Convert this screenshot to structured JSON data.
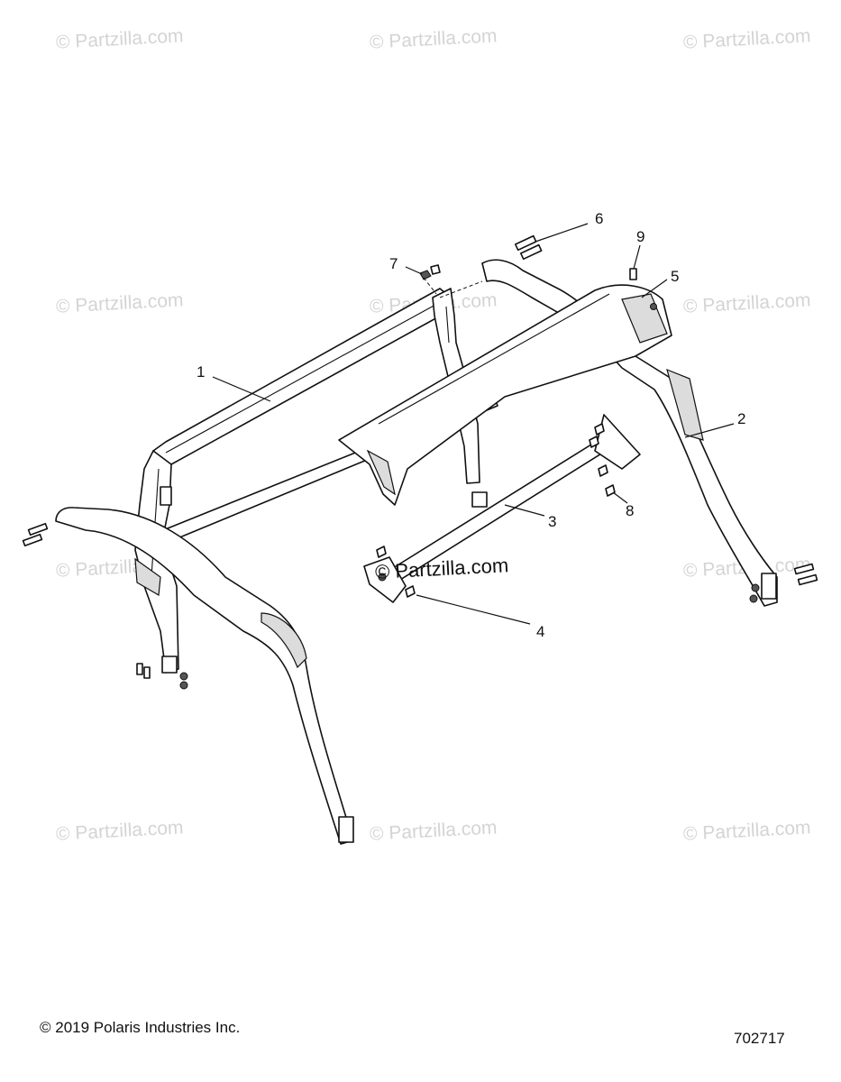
{
  "watermark_text": "© Partzilla.com",
  "callouts": [
    {
      "id": "c1",
      "label": "1"
    },
    {
      "id": "c2",
      "label": "2"
    },
    {
      "id": "c3",
      "label": "3"
    },
    {
      "id": "c4",
      "label": "4"
    },
    {
      "id": "c5",
      "label": "5"
    },
    {
      "id": "c6",
      "label": "6"
    },
    {
      "id": "c7",
      "label": "7"
    },
    {
      "id": "c8",
      "label": "8"
    },
    {
      "id": "c9",
      "label": "9"
    }
  ],
  "footer": {
    "copyright": "© 2019 Polaris Industries Inc.",
    "diagram_number": "702717"
  },
  "colors": {
    "line": "#111111",
    "watermark": "#d4d4d4",
    "background": "#ffffff"
  }
}
